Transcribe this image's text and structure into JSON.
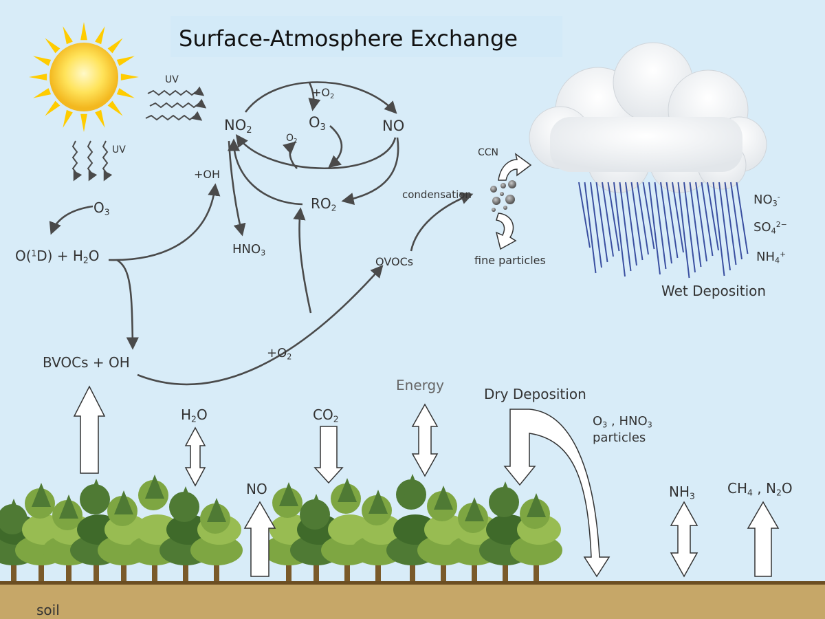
{
  "title": "Surface-Atmosphere Exchange",
  "labels": {
    "uv_top": "UV",
    "uv_side": "UV",
    "o3_sun": "O",
    "o3_sun_sub": "3",
    "o1d_pre": "O(",
    "o1d_sup": "1",
    "o1d_mid": "D) + H",
    "o1d_sub": "2",
    "o1d_post": "O",
    "plus_oh": "+OH",
    "no2": "NO",
    "no2_sub": "2",
    "plus_o2_top": "+O",
    "plus_o2_top_sub": "2",
    "o3_mid": "O",
    "o3_mid_sub": "3",
    "o2_small": "O",
    "o2_small_sub": "2",
    "no": "NO",
    "ro2": "RO",
    "ro2_sub": "2",
    "hno3": "HNO",
    "hno3_sub": "3",
    "bvocs": "BVOCs + OH",
    "plus_o2_low": "+O",
    "plus_o2_low_sub": "2",
    "ovocs": "OVOCs",
    "condensation": "condensation",
    "ccn": "CCN",
    "fine_particles": "fine particles",
    "no3": "NO",
    "no3_sub": "3",
    "no3_sup": "-",
    "so4": "SO",
    "so4_sub": "4",
    "so4_sup": "2−",
    "nh4": "NH",
    "nh4_sub": "4",
    "nh4_sup": "+",
    "wet_deposition": "Wet Deposition",
    "h2o": "H",
    "h2o_sub": "2",
    "h2o_post": "O",
    "co2": "CO",
    "co2_sub": "2",
    "energy": "Energy",
    "dry_deposition": "Dry Deposition",
    "dry_species_a": "O",
    "dry_species_a_sub": "3",
    "dry_species_b": " , HNO",
    "dry_species_b_sub": "3",
    "dry_particles": "particles",
    "no_ground": "NO",
    "nh3": "NH",
    "nh3_sub": "3",
    "ch4": "CH",
    "ch4_sub": "4",
    "ch4_post": " , N",
    "n2o_sub": "2",
    "n2o_post": "O",
    "soil": "soil"
  },
  "icons": [
    "sun-icon",
    "cloud-icon",
    "rain-icon",
    "tree-icon",
    "particle-icon"
  ],
  "colors": {
    "sky": "#d8ecf8",
    "soil": "#c6a768",
    "soil_line": "#6b4e22",
    "arrow_dark": "#4a4a4a",
    "rain": "#3a4fa0",
    "sun_core": "#ffd84a",
    "sun_rays": "#ffcc00",
    "tree_light": "#8db04a",
    "tree_dark": "#4f7a34",
    "trunk": "#7a5a2a"
  }
}
